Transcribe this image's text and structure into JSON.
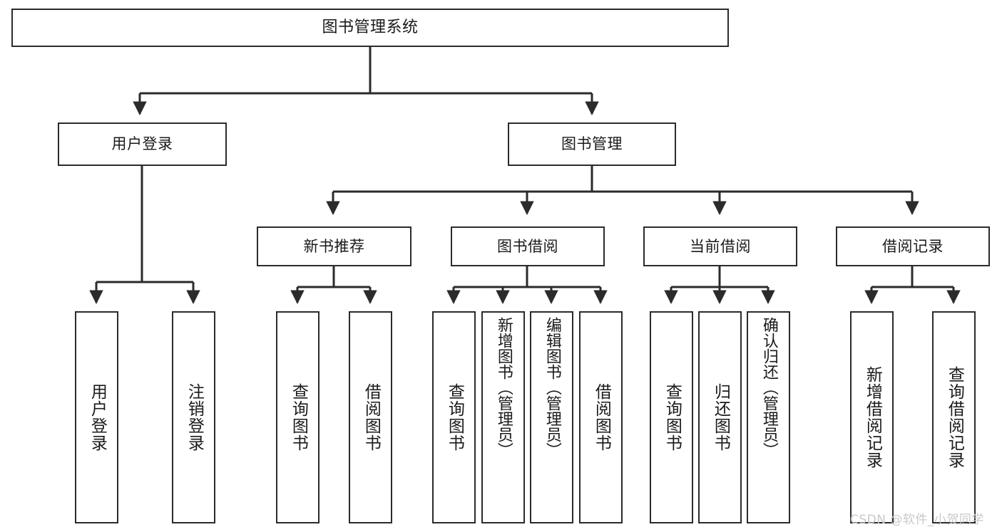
{
  "diagram": {
    "type": "tree",
    "title": "图书管理系统",
    "root": {
      "label": "图书管理系统"
    },
    "level2": [
      {
        "label": "用户登录"
      },
      {
        "label": "图书管理"
      }
    ],
    "level3": [
      {
        "label": "新书推荐"
      },
      {
        "label": "图书借阅"
      },
      {
        "label": "当前借阅"
      },
      {
        "label": "借阅记录"
      }
    ],
    "leaves": {
      "user_login": [
        {
          "label": "用户登录"
        },
        {
          "label": "注销登录"
        }
      ],
      "new_book": [
        {
          "label": "查询图书"
        },
        {
          "label": "借阅图书"
        }
      ],
      "book_borrow": [
        {
          "label": "查询图书"
        },
        {
          "label": "新增图书（管理员）"
        },
        {
          "label": "编辑图书（管理员）"
        },
        {
          "label": "借阅图书"
        }
      ],
      "current_borrow": [
        {
          "label": "查询图书"
        },
        {
          "label": "归还图书"
        },
        {
          "label": "确认归还（管理员）"
        }
      ],
      "borrow_record": [
        {
          "label": "新增借阅记录"
        },
        {
          "label": "查询借阅记录"
        }
      ]
    }
  },
  "watermark": {
    "text": "CSDN @软件_小贺同学"
  },
  "colors": {
    "stroke": "#2b2b2b",
    "background": "#ffffff",
    "text": "#1a1a1a",
    "watermark": "#c9c9c9"
  }
}
